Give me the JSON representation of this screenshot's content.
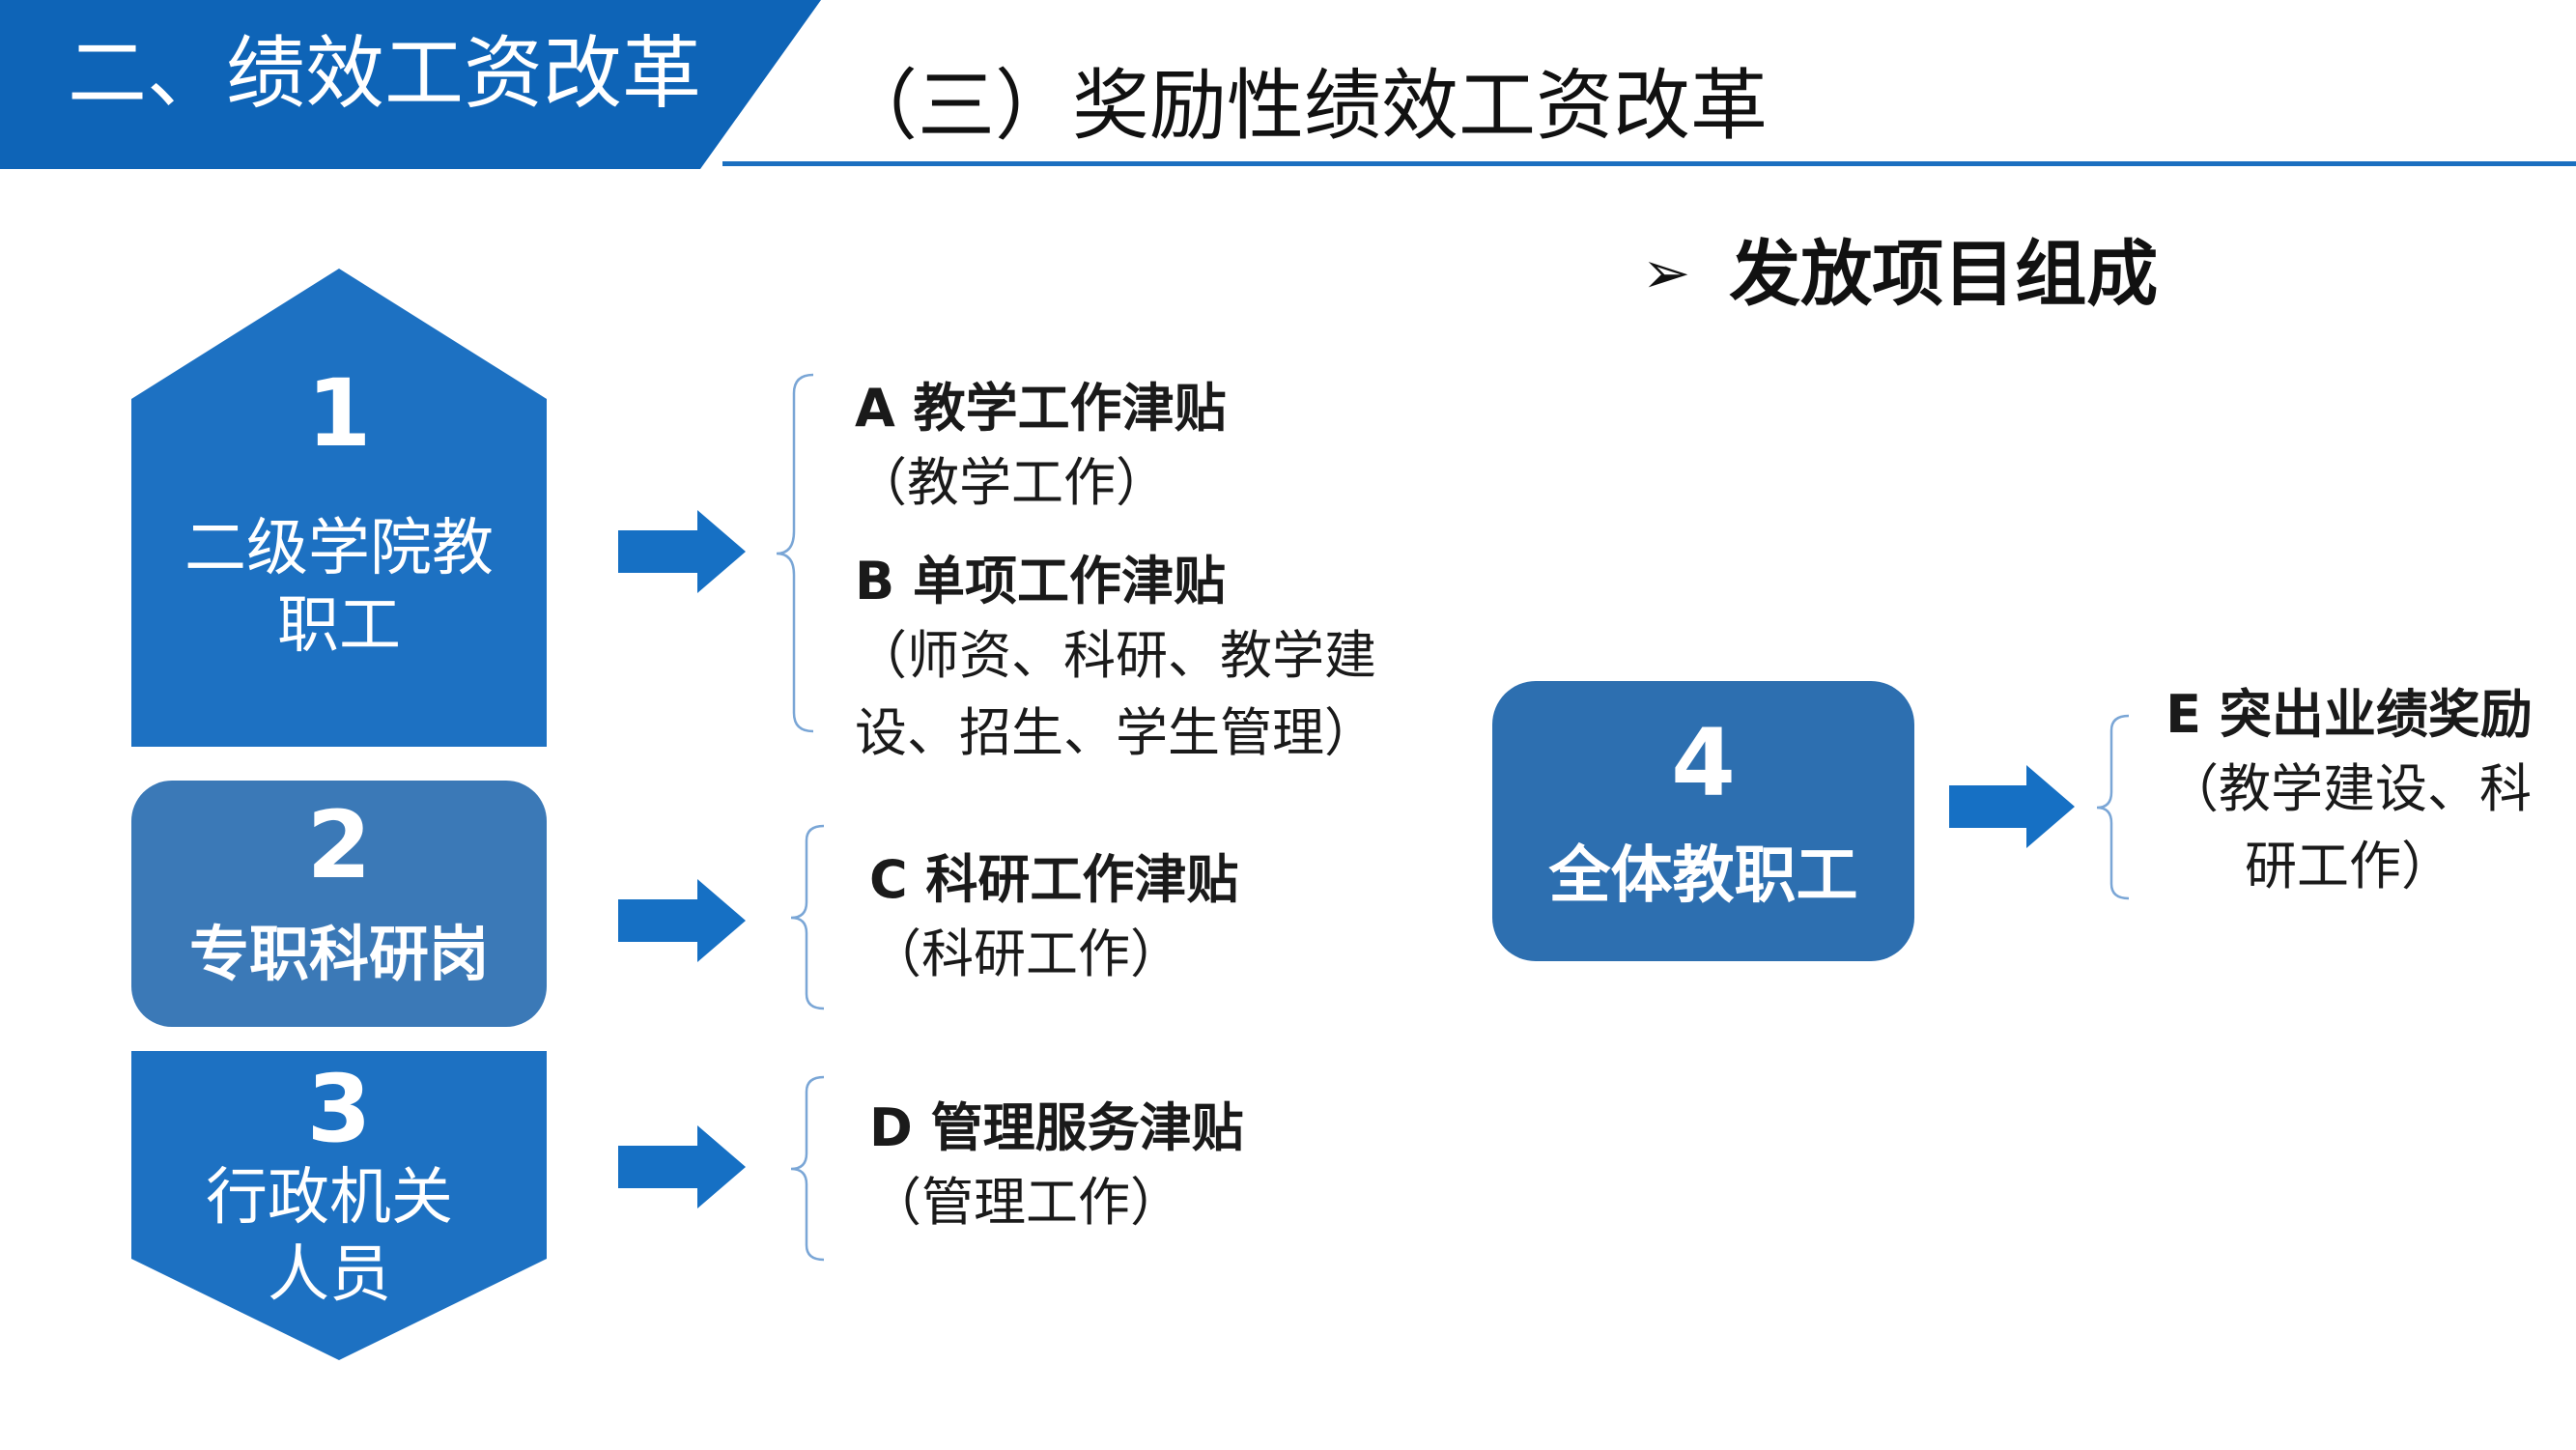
{
  "header": {
    "section_title": "二、绩效工资改革",
    "subtitle": "（三）奖励性绩效工资改革"
  },
  "heading": {
    "bullet": "➢",
    "text": "发放项目组成"
  },
  "groups": [
    {
      "number": "1",
      "label_line1": "二级学院教",
      "label_line2": "职工"
    },
    {
      "number": "2",
      "label": "专职科研岗"
    },
    {
      "number": "3",
      "label_line1": "行政机关",
      "label_line2": "人员"
    },
    {
      "number": "4",
      "label": "全体教职工"
    }
  ],
  "allowances": {
    "a": {
      "title": "A  教学工作津贴",
      "desc": "（教学工作）"
    },
    "b": {
      "title": "B  单项工作津贴",
      "desc_line1": "（师资、科研、教学建",
      "desc_line2": "设、招生、学生管理）"
    },
    "c": {
      "title": "C  科研工作津贴",
      "desc": "（科研工作）"
    },
    "d": {
      "title": "D 管理服务津贴",
      "desc": "（管理工作）"
    },
    "e": {
      "title": "E 突出业绩奖励",
      "desc_line1": "（教学建设、科",
      "desc_line2": "研工作）"
    }
  },
  "colors": {
    "header_blue": "#0e64b7",
    "shape_blue": "#1d71c2",
    "shape2_blue": "#3b79b7",
    "shape4_blue": "#2d6fb0",
    "arrow_blue": "#1670c4",
    "brace_blue": "#7aa6d6"
  },
  "icons": {
    "arrow": "right-arrow-icon",
    "bullet": "arrowhead-bullet-icon",
    "brace": "left-brace-icon"
  }
}
